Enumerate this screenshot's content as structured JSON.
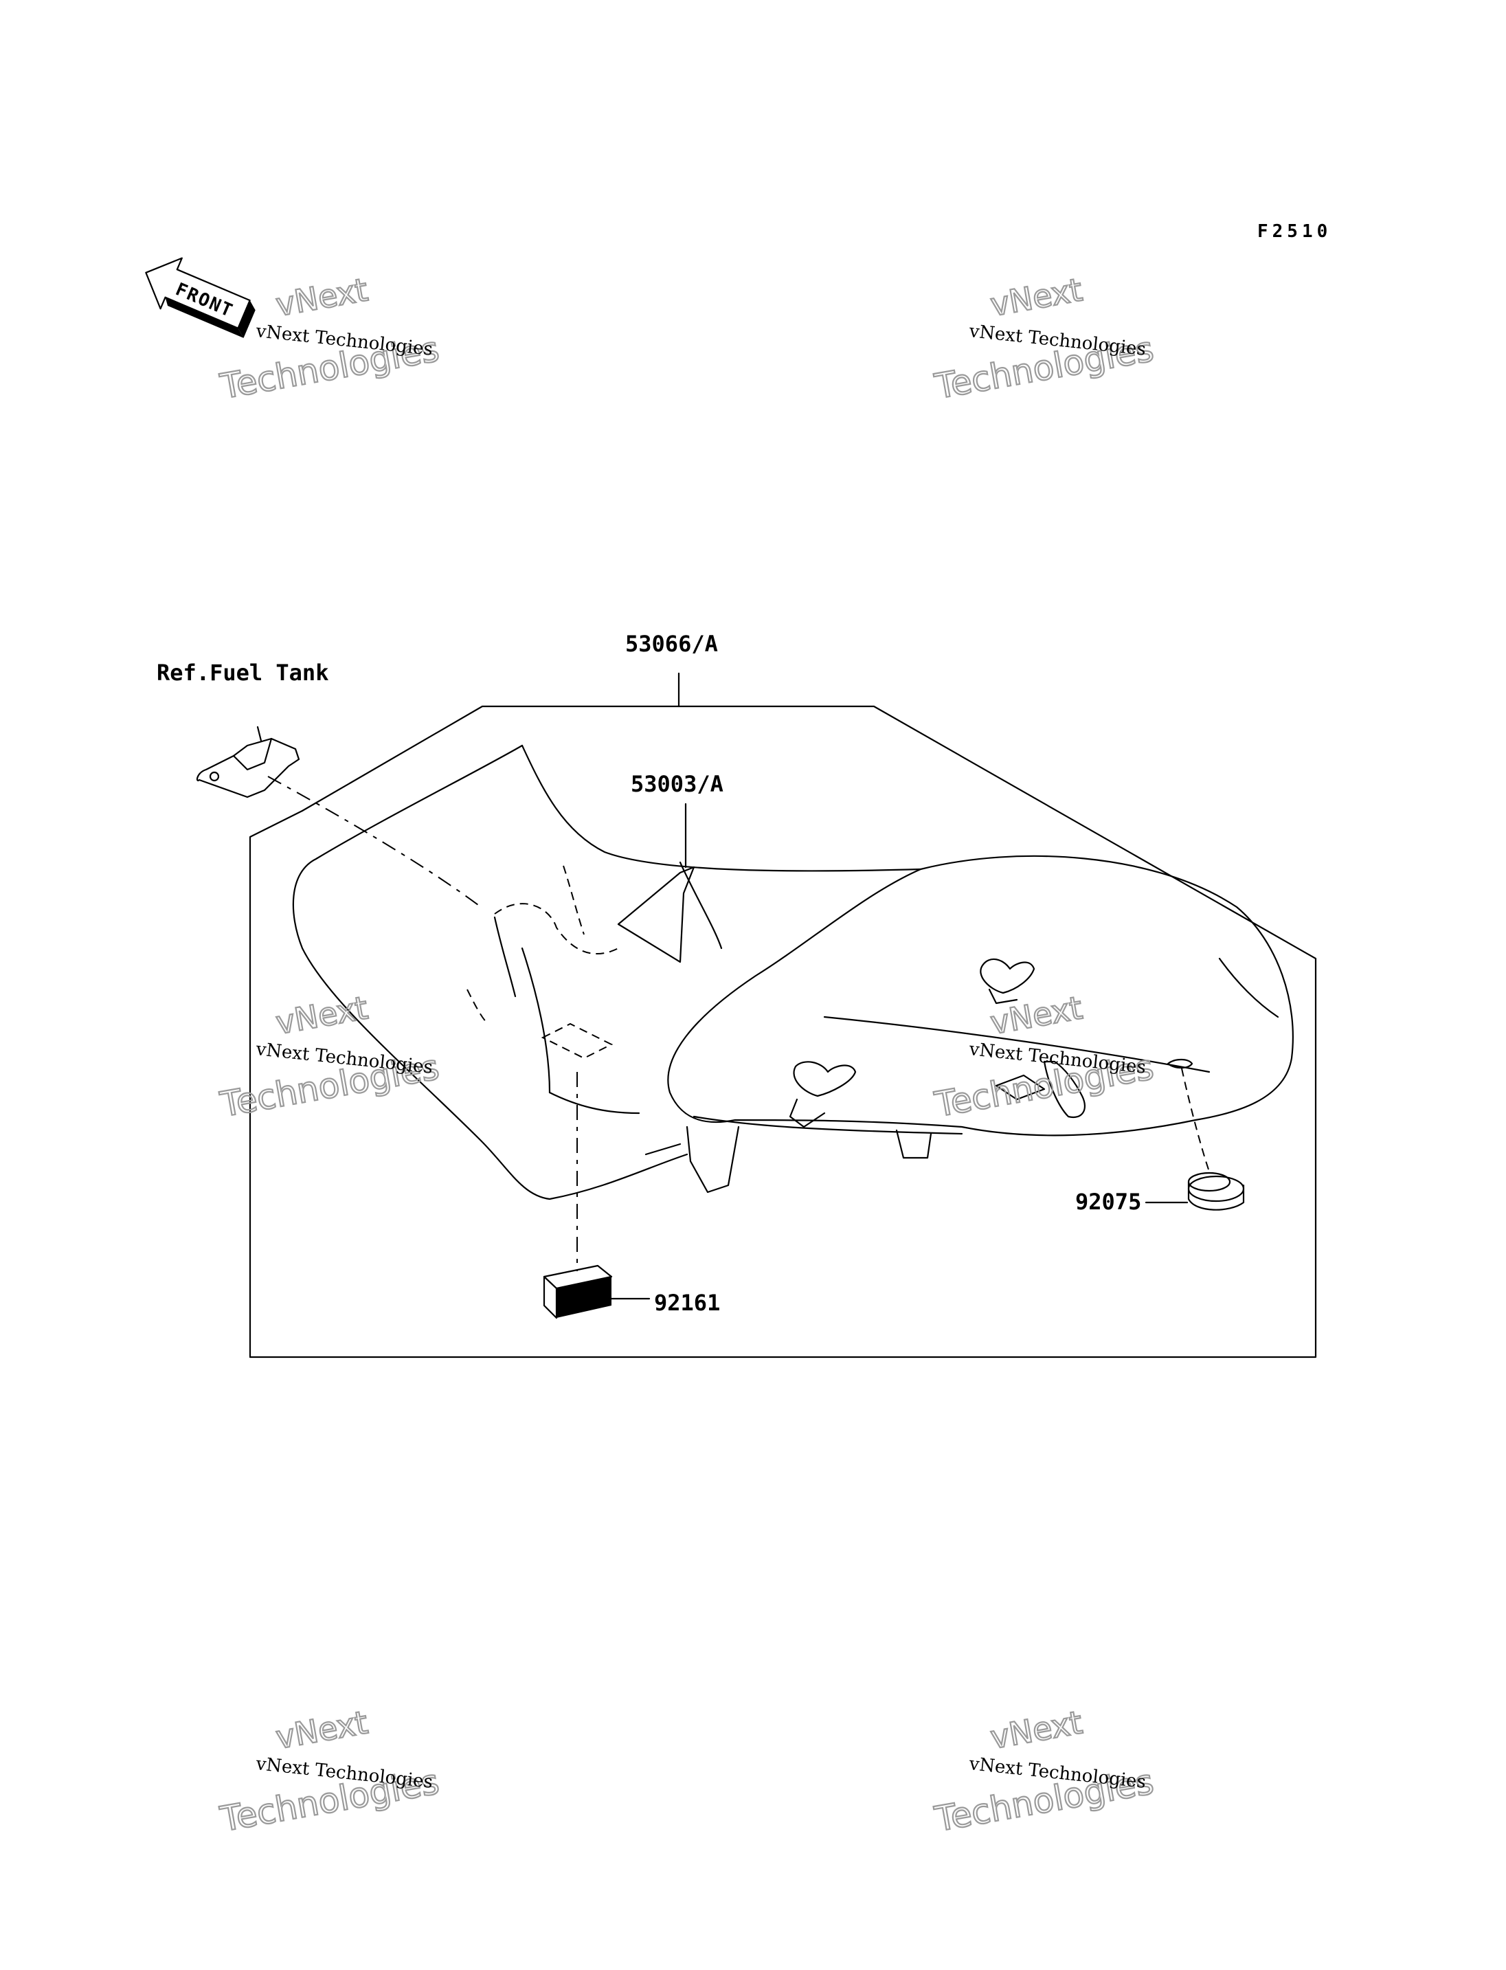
{
  "sheet_code": "F2510",
  "front_label": "FRONT",
  "watermark": {
    "line_small": "vNext Technologies",
    "line_top": "vNext",
    "line_bottom": "Technologies"
  },
  "callouts": {
    "seat_assy": "53066/A",
    "ref_fuel_tank": "Ref.Fuel Tank",
    "label_part": "53003/A",
    "damper": "92075",
    "block": "92161"
  }
}
